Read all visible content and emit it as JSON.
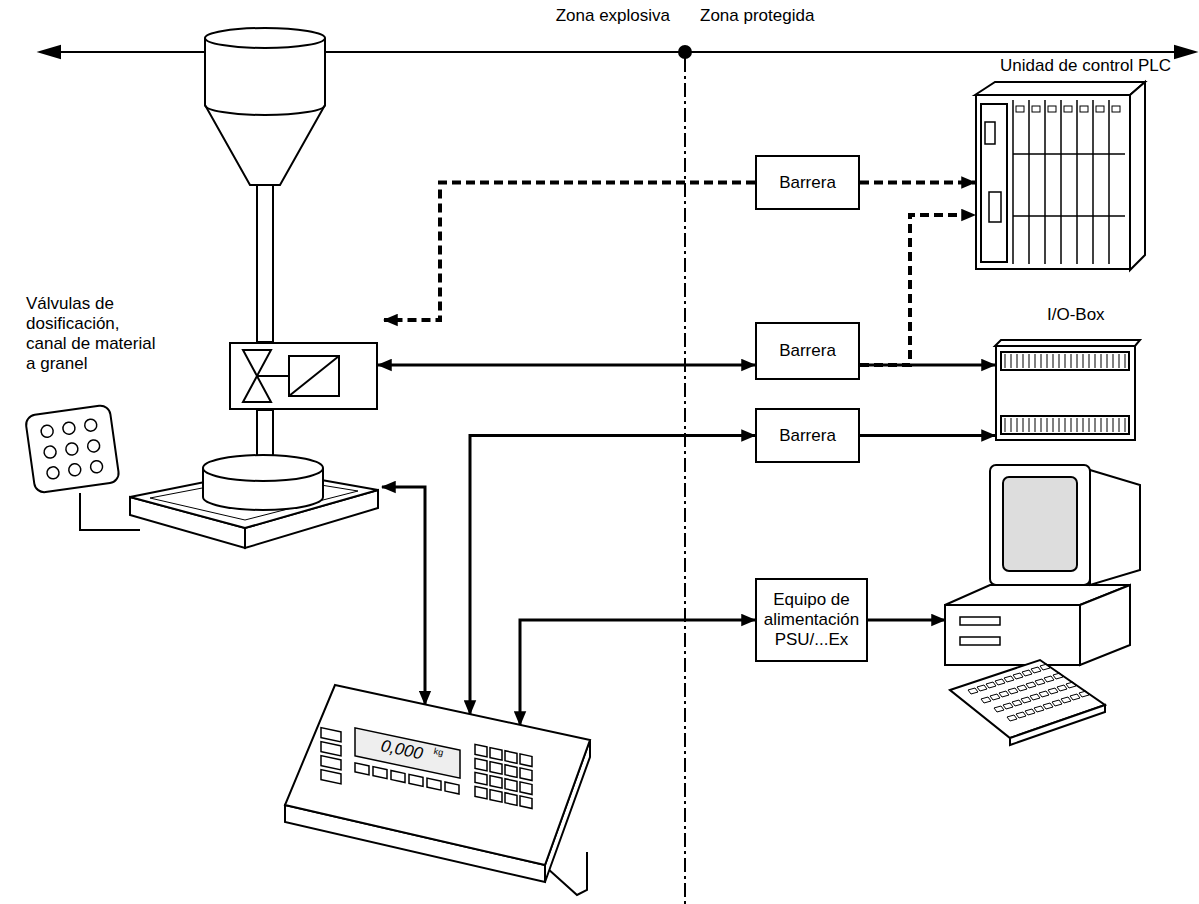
{
  "diagram": {
    "nodes": [
      {
        "text": [
          "Barrera"
        ]
      },
      {
        "text": [
          "Unidad de control PLC"
        ]
      },
      {
        "text": [
          "Válvulas de dosificación, canal de material a granel"
        ]
      },
      {
        "text": [
          "Barrera"
        ]
      },
      {
        "text": [
          "I/O-Box"
        ]
      },
      {
        "text": [
          "Barrera"
        ]
      },
      {
        "text": [
          "Equipo de alimentación PSU/...Ex"
        ]
      },
      {
        "text": [
          "0,000",
          "kg"
        ]
      }
    ],
    "edges": [
      {
        "from": 0,
        "to": 1,
        "arrow": "to"
      },
      {
        "from": 0,
        "to": 2,
        "arrow": "to"
      },
      {
        "from": 2,
        "to": 3,
        "arrow": "both"
      },
      {
        "from": 3,
        "to": 4,
        "arrow": "to"
      },
      {
        "from": 3,
        "to": 1,
        "arrow": "to"
      },
      {
        "from": 7,
        "to": 5,
        "arrow": "both"
      },
      {
        "from": 5,
        "to": 4,
        "arrow": "to"
      },
      {
        "from": 7,
        "to": 6,
        "arrow": "both"
      }
    ],
    "labels": [
      "Zona explosiva",
      "Zona protegida"
    ]
  }
}
